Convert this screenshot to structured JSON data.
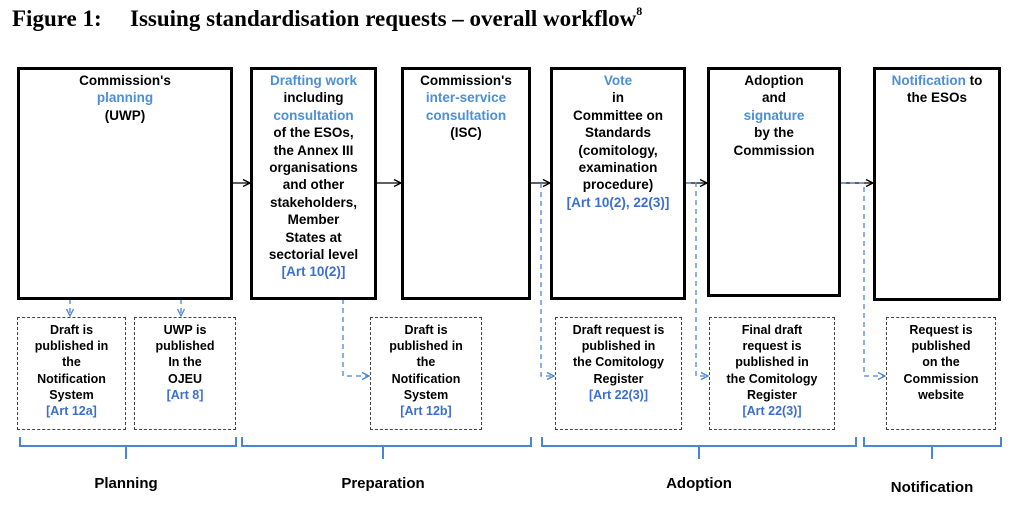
{
  "figure": {
    "label": "Figure 1:",
    "title": "Issuing standardisation requests – overall workflow",
    "footnote_mark": "8"
  },
  "steps": [
    {
      "id": "planning",
      "lines": [
        {
          "t": "Commission's"
        },
        {
          "t": "planning",
          "c": "blue"
        },
        {
          "t": "(UWP)"
        }
      ]
    },
    {
      "id": "drafting",
      "lines": [
        {
          "t": "Drafting work",
          "c": "blue"
        },
        {
          "t": "including"
        },
        {
          "t": "consultation",
          "c": "blue"
        },
        {
          "t": "of the ESOs,"
        },
        {
          "t": "the Annex III"
        },
        {
          "t": "organisations"
        },
        {
          "t": "and other"
        },
        {
          "t": "stakeholders,"
        },
        {
          "t": "Member"
        },
        {
          "t": "States at"
        },
        {
          "t": "sectorial level"
        },
        {
          "t": "[Art 10(2)]",
          "c": "ref"
        }
      ]
    },
    {
      "id": "isc",
      "lines": [
        {
          "t": "Commission's"
        },
        {
          "t": "inter-service",
          "c": "blue"
        },
        {
          "t": "consultation",
          "c": "blue"
        },
        {
          "t": "(ISC)"
        }
      ]
    },
    {
      "id": "vote",
      "lines": [
        {
          "t": "Vote",
          "c": "blue"
        },
        {
          "t": "in"
        },
        {
          "t": "Committee on"
        },
        {
          "t": "Standards"
        },
        {
          "t": "(comitology,"
        },
        {
          "t": "examination"
        },
        {
          "t": "procedure)"
        },
        {
          "t": "[Art 10(2), 22(3)]",
          "c": "ref"
        }
      ]
    },
    {
      "id": "adoption",
      "lines": [
        {
          "t": "Adoption"
        },
        {
          "t": "and"
        },
        {
          "t": "signature",
          "c": "blue"
        },
        {
          "t": "by the"
        },
        {
          "t": "Commission"
        }
      ]
    },
    {
      "id": "notification",
      "lines": [
        {
          "parts": [
            {
              "t": "Notification",
              "c": "blue"
            },
            {
              "t": " to"
            }
          ]
        },
        {
          "t": "the ESOs"
        }
      ]
    }
  ],
  "outputs": [
    {
      "id": "draft-notification",
      "lines": [
        {
          "t": "Draft is"
        },
        {
          "t": "published in"
        },
        {
          "t": "the"
        },
        {
          "t": "Notification"
        },
        {
          "t": "System"
        },
        {
          "t": "[Art 12a]",
          "c": "ref"
        }
      ]
    },
    {
      "id": "uwp-ojeu",
      "lines": [
        {
          "t": "UWP is"
        },
        {
          "t": "published"
        },
        {
          "t": "In the"
        },
        {
          "t": "OJEU"
        },
        {
          "t": "[Art 8]",
          "c": "ref"
        }
      ]
    },
    {
      "id": "draft-notification-2",
      "lines": [
        {
          "t": "Draft is"
        },
        {
          "t": "published in"
        },
        {
          "t": "the"
        },
        {
          "t": "Notification"
        },
        {
          "t": "System"
        },
        {
          "t": "[Art 12b]",
          "c": "ref"
        }
      ]
    },
    {
      "id": "comitology-register",
      "lines": [
        {
          "t": "Draft request is"
        },
        {
          "t": "published in"
        },
        {
          "t": "the Comitology"
        },
        {
          "t": "Register"
        },
        {
          "t": "[Art 22(3)]",
          "c": "ref"
        }
      ]
    },
    {
      "id": "final-draft-register",
      "lines": [
        {
          "t": "Final draft"
        },
        {
          "t": "request is"
        },
        {
          "t": "published in"
        },
        {
          "t": "the Comitology"
        },
        {
          "t": "Register"
        },
        {
          "t": "[Art 22(3)]",
          "c": "ref"
        }
      ]
    },
    {
      "id": "commission-website",
      "lines": [
        {
          "t": "Request is"
        },
        {
          "t": "published"
        },
        {
          "t": "on the"
        },
        {
          "t": "Commission"
        },
        {
          "t": "website"
        }
      ]
    }
  ],
  "phases": [
    "Planning",
    "Preparation",
    "Adoption",
    "Notification"
  ],
  "colors": {
    "accent_text": "#4b8fd6",
    "reference_text": "#3b6fcf",
    "connector_blue": "#4a86d4",
    "box_border": "#000000"
  }
}
